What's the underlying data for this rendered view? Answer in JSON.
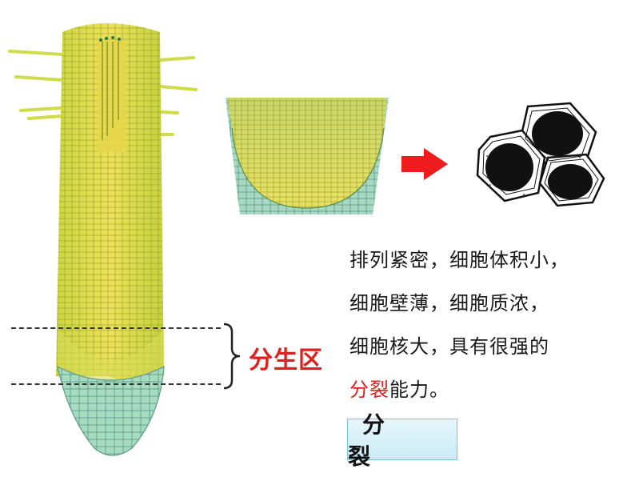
{
  "zone_label": "分生区",
  "description": {
    "line1": "排列紧密，细胞体积小，",
    "line2": "细胞壁薄，细胞质浓，",
    "line3": "细胞核大，具有很强的",
    "line4_highlight": "分裂",
    "line4_rest": "能力。"
  },
  "button_label": "分 裂",
  "colors": {
    "highlight": "#e0201a",
    "root": "#e6e24a",
    "root_tip": "#9fd6b4",
    "arrow": "#ee1c1c"
  },
  "icons": {
    "root_image": "root-tip-micrograph-icon",
    "zoom_image": "meristem-micrograph-icon",
    "arrow": "right-arrow-icon",
    "cells": "meristem-cells-icon"
  }
}
